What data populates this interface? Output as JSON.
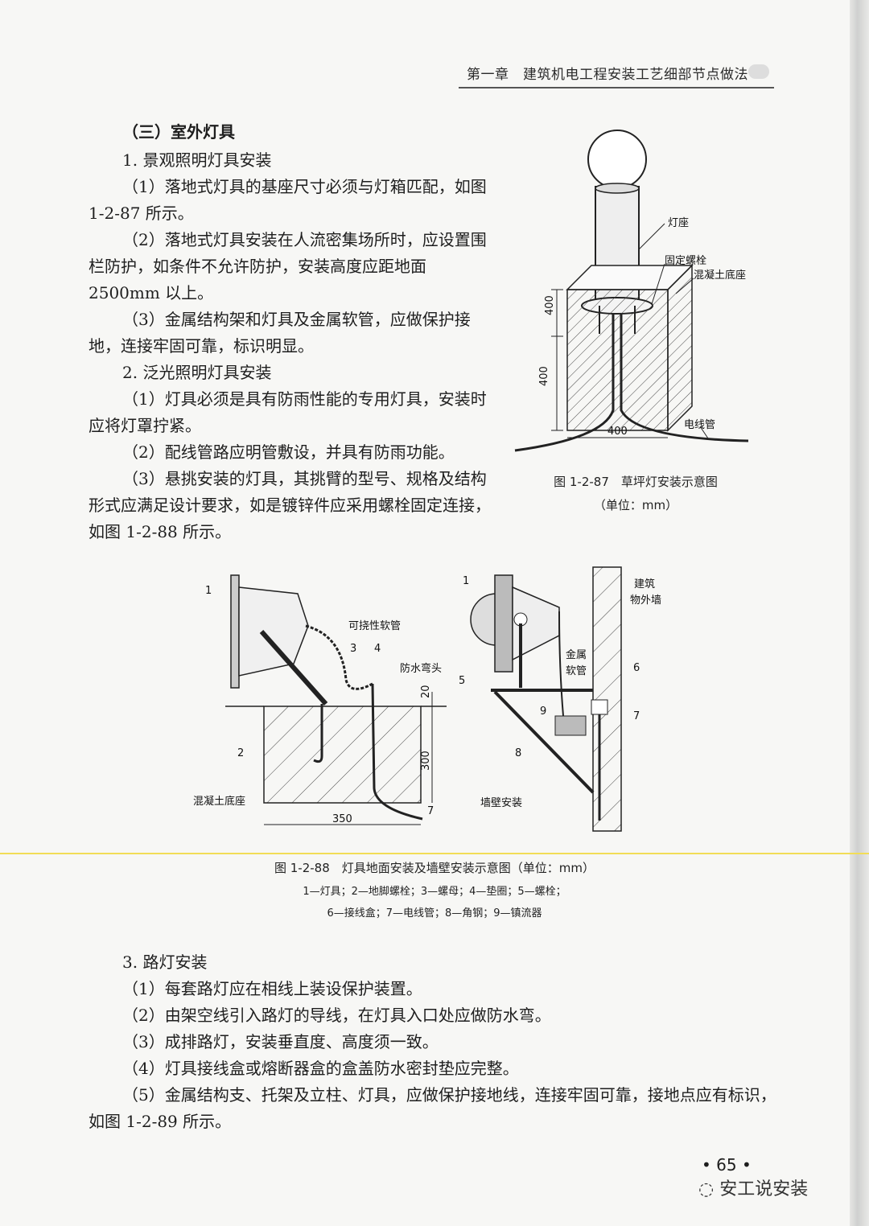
{
  "header": {
    "title": "第一章　建筑机电工程安装工艺细部节点做法"
  },
  "section": {
    "heading": "（三）室外灯具"
  },
  "landscape": {
    "title": "1. 景观照明灯具安装",
    "p1": "（1）落地式灯具的基座尺寸必须与灯箱匹配，如图 1-2-87 所示。",
    "p2": "（2）落地式灯具安装在人流密集场所时，应设置围栏防护，如条件不允许防护，安装高度应距地面 2500mm 以上。",
    "p3": "（3）金属结构架和灯具及金属软管，应做保护接地，连接牢固可靠，标识明显。"
  },
  "flood": {
    "title": "2. 泛光照明灯具安装",
    "p1": "（1）灯具必须是具有防雨性能的专用灯具，安装时应将灯罩拧紧。",
    "p2": "（2）配线管路应明管敷设，并具有防雨功能。",
    "p3": "（3）悬挑安装的灯具，其挑臂的型号、规格及结构形式应满足设计要求，如是镀锌件应采用螺栓固定连接，如图 1-2-88 所示。"
  },
  "fig87": {
    "labels": {
      "base": "灯座",
      "bolt": "固定螺栓",
      "concrete": "混凝土底座",
      "conduit": "电线管"
    },
    "dims": {
      "top": "400",
      "side": "400",
      "bottom": "400"
    },
    "caption": "图 1-2-87　草坪灯安装示意图",
    "unit": "（单位：mm）"
  },
  "fig88": {
    "left": {
      "n1": "1",
      "n2": "2",
      "n3": "3",
      "n4": "4",
      "n7": "7",
      "hose": "可挠性软管",
      "elbow": "防水弯头",
      "base": "混凝土底座",
      "d20": "20",
      "d300": "300",
      "d350": "350"
    },
    "right": {
      "n1": "1",
      "n5": "5",
      "n6": "6",
      "n7": "7",
      "n8": "8",
      "n9": "9",
      "wall": "建筑",
      "wall2": "物外墙",
      "hose1": "金属",
      "hose2": "软管",
      "mount": "墙壁安装"
    },
    "caption": "图 1-2-88　灯具地面安装及墙壁安装示意图（单位：mm）",
    "legend1": "1—灯具；2—地脚螺栓；3—螺母；4—垫圈；5—螺栓；",
    "legend2": "6—接线盒；7—电线管；8—角钢；9—镇流器"
  },
  "street": {
    "title": "3. 路灯安装",
    "p1": "（1）每套路灯应在相线上装设保护装置。",
    "p2": "（2）由架空线引入路灯的导线，在灯具入口处应做防水弯。",
    "p3": "（3）成排路灯，安装垂直度、高度须一致。",
    "p4": "（4）灯具接线盒或熔断器盒的盒盖防水密封垫应完整。",
    "p5": "（5）金属结构支、托架及立柱、灯具，应做保护接地线，连接牢固可靠，接地点应有标识，如图 1-2-89 所示。"
  },
  "footer": {
    "page": "• 65 •",
    "watermark": "安工说安装"
  }
}
